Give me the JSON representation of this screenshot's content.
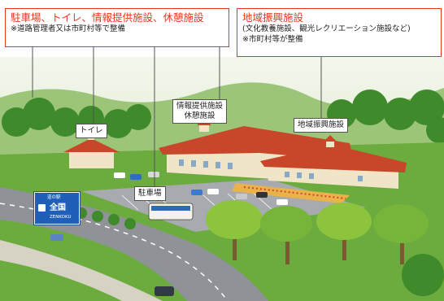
{
  "callouts": {
    "left": {
      "title": "駐車場、トイレ、情報提供施設、休憩施設",
      "note": "※道路管理者又は市町村等で整備"
    },
    "right": {
      "title": "地域振興施設",
      "note1": "(文化教養施設、観光レクリエーション施設など)",
      "note2": "※市町村等が整備"
    }
  },
  "labels": {
    "toilet": "トイレ",
    "info_line1": "情報提供施設",
    "info_line2": "休憩施設",
    "regional": "地域振興施設",
    "parking": "駐車場"
  },
  "road_sign": {
    "top": "道の駅",
    "main": "全国",
    "sub": "ZENKOKU"
  },
  "colors": {
    "accent": "#e8361e",
    "sky": "#dfead1",
    "grass": "#4f9a2e",
    "road": "#8f9296",
    "roof": "#c8472a",
    "wall": "#f1e5c8",
    "sign": "#1f5fb8"
  }
}
